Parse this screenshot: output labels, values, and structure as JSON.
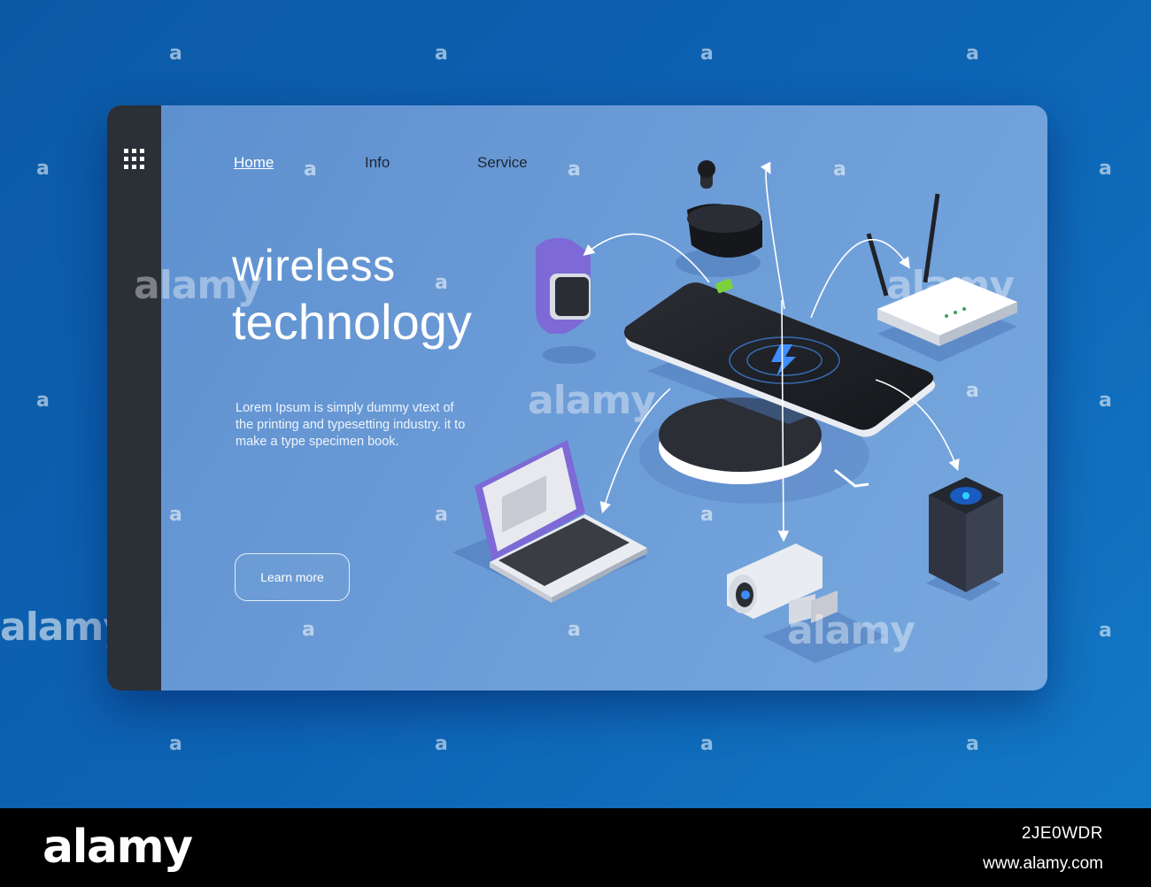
{
  "nav": {
    "home": "Home",
    "info": "Info",
    "service": "Service"
  },
  "hero": {
    "title_line1": "wireless",
    "title_line2": "technology",
    "description": "Lorem Ipsum is simply dummy vtext of the printing and typesetting industry. it to make a type specimen book.",
    "cta_label": "Learn more"
  },
  "watermark": {
    "small": "a",
    "word": "alamy"
  },
  "footer": {
    "logo": "alamy",
    "image_id": "2JE0WDR",
    "site": "www.alamy.com"
  },
  "colors": {
    "page_background": "#0d63b4",
    "card_background": "#6b9bd6",
    "sidebar": "#2b2f36",
    "accent": "#2f7fff"
  },
  "icons": [
    "apps-grid-icon",
    "smartphone",
    "wireless-charger",
    "smartwatch",
    "earbuds-case",
    "wifi-router",
    "laptop",
    "security-camera",
    "smart-speaker"
  ]
}
